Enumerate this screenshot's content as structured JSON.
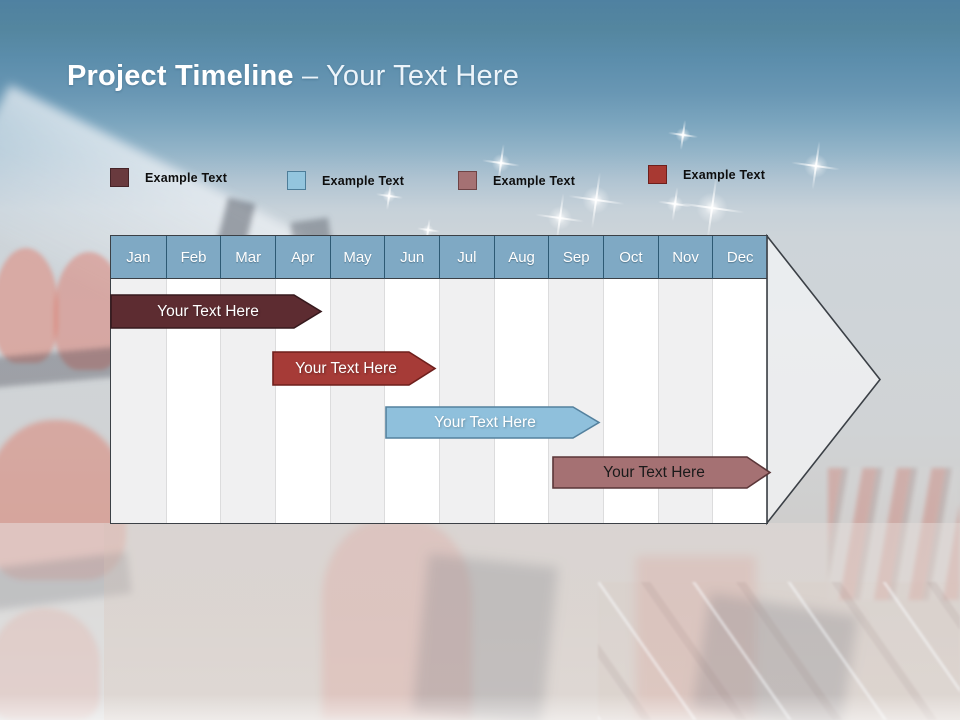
{
  "slide": {
    "title_bold": "Project Timeline",
    "title_rest": "– Your Text Here"
  },
  "legend": {
    "items": [
      {
        "label": "Example Text",
        "color": "#693a3e",
        "border": "#452428"
      },
      {
        "label": "Example Text",
        "color": "#93c5de",
        "border": "#4d7d99"
      },
      {
        "label": "Example Text",
        "color": "#a57173",
        "border": "#6e4345"
      },
      {
        "label": "Example Text",
        "color": "#a83932",
        "border": "#6e1f1c"
      }
    ]
  },
  "timeline": {
    "months": [
      "Jan",
      "Feb",
      "Mar",
      "Apr",
      "May",
      "Jun",
      "Jul",
      "Aug",
      "Sep",
      "Oct",
      "Nov",
      "Dec"
    ],
    "header_bg": "#7fa9c4",
    "header_text_color": "#ffffff",
    "column_alt_colors": [
      "#f0f0f1",
      "#ffffff"
    ],
    "arrow_fill": "rgba(242,243,245,0.78)",
    "outline_color": "#3b4046"
  },
  "bars": [
    {
      "label": "Your Text Here",
      "fill": "#5d2c31",
      "stroke": "#36191d",
      "text": "#ffffff",
      "start_month": "Jan",
      "end_month": "Mar"
    },
    {
      "label": "Your Text Here",
      "fill": "#a63b37",
      "stroke": "#6e1f1c",
      "text": "#ffffff",
      "start_month": "Apr",
      "end_month": "Jun"
    },
    {
      "label": "Your Text Here",
      "fill": "#8fc0dc",
      "stroke": "#54819e",
      "text": "#ffffff",
      "start_month": "Jun",
      "end_month": "Sep"
    },
    {
      "label": "Your Text Here",
      "fill": "#a57173",
      "stroke": "#5a3638",
      "text": "#1a1a1a",
      "start_month": "Sep",
      "end_month": "Dec"
    }
  ]
}
